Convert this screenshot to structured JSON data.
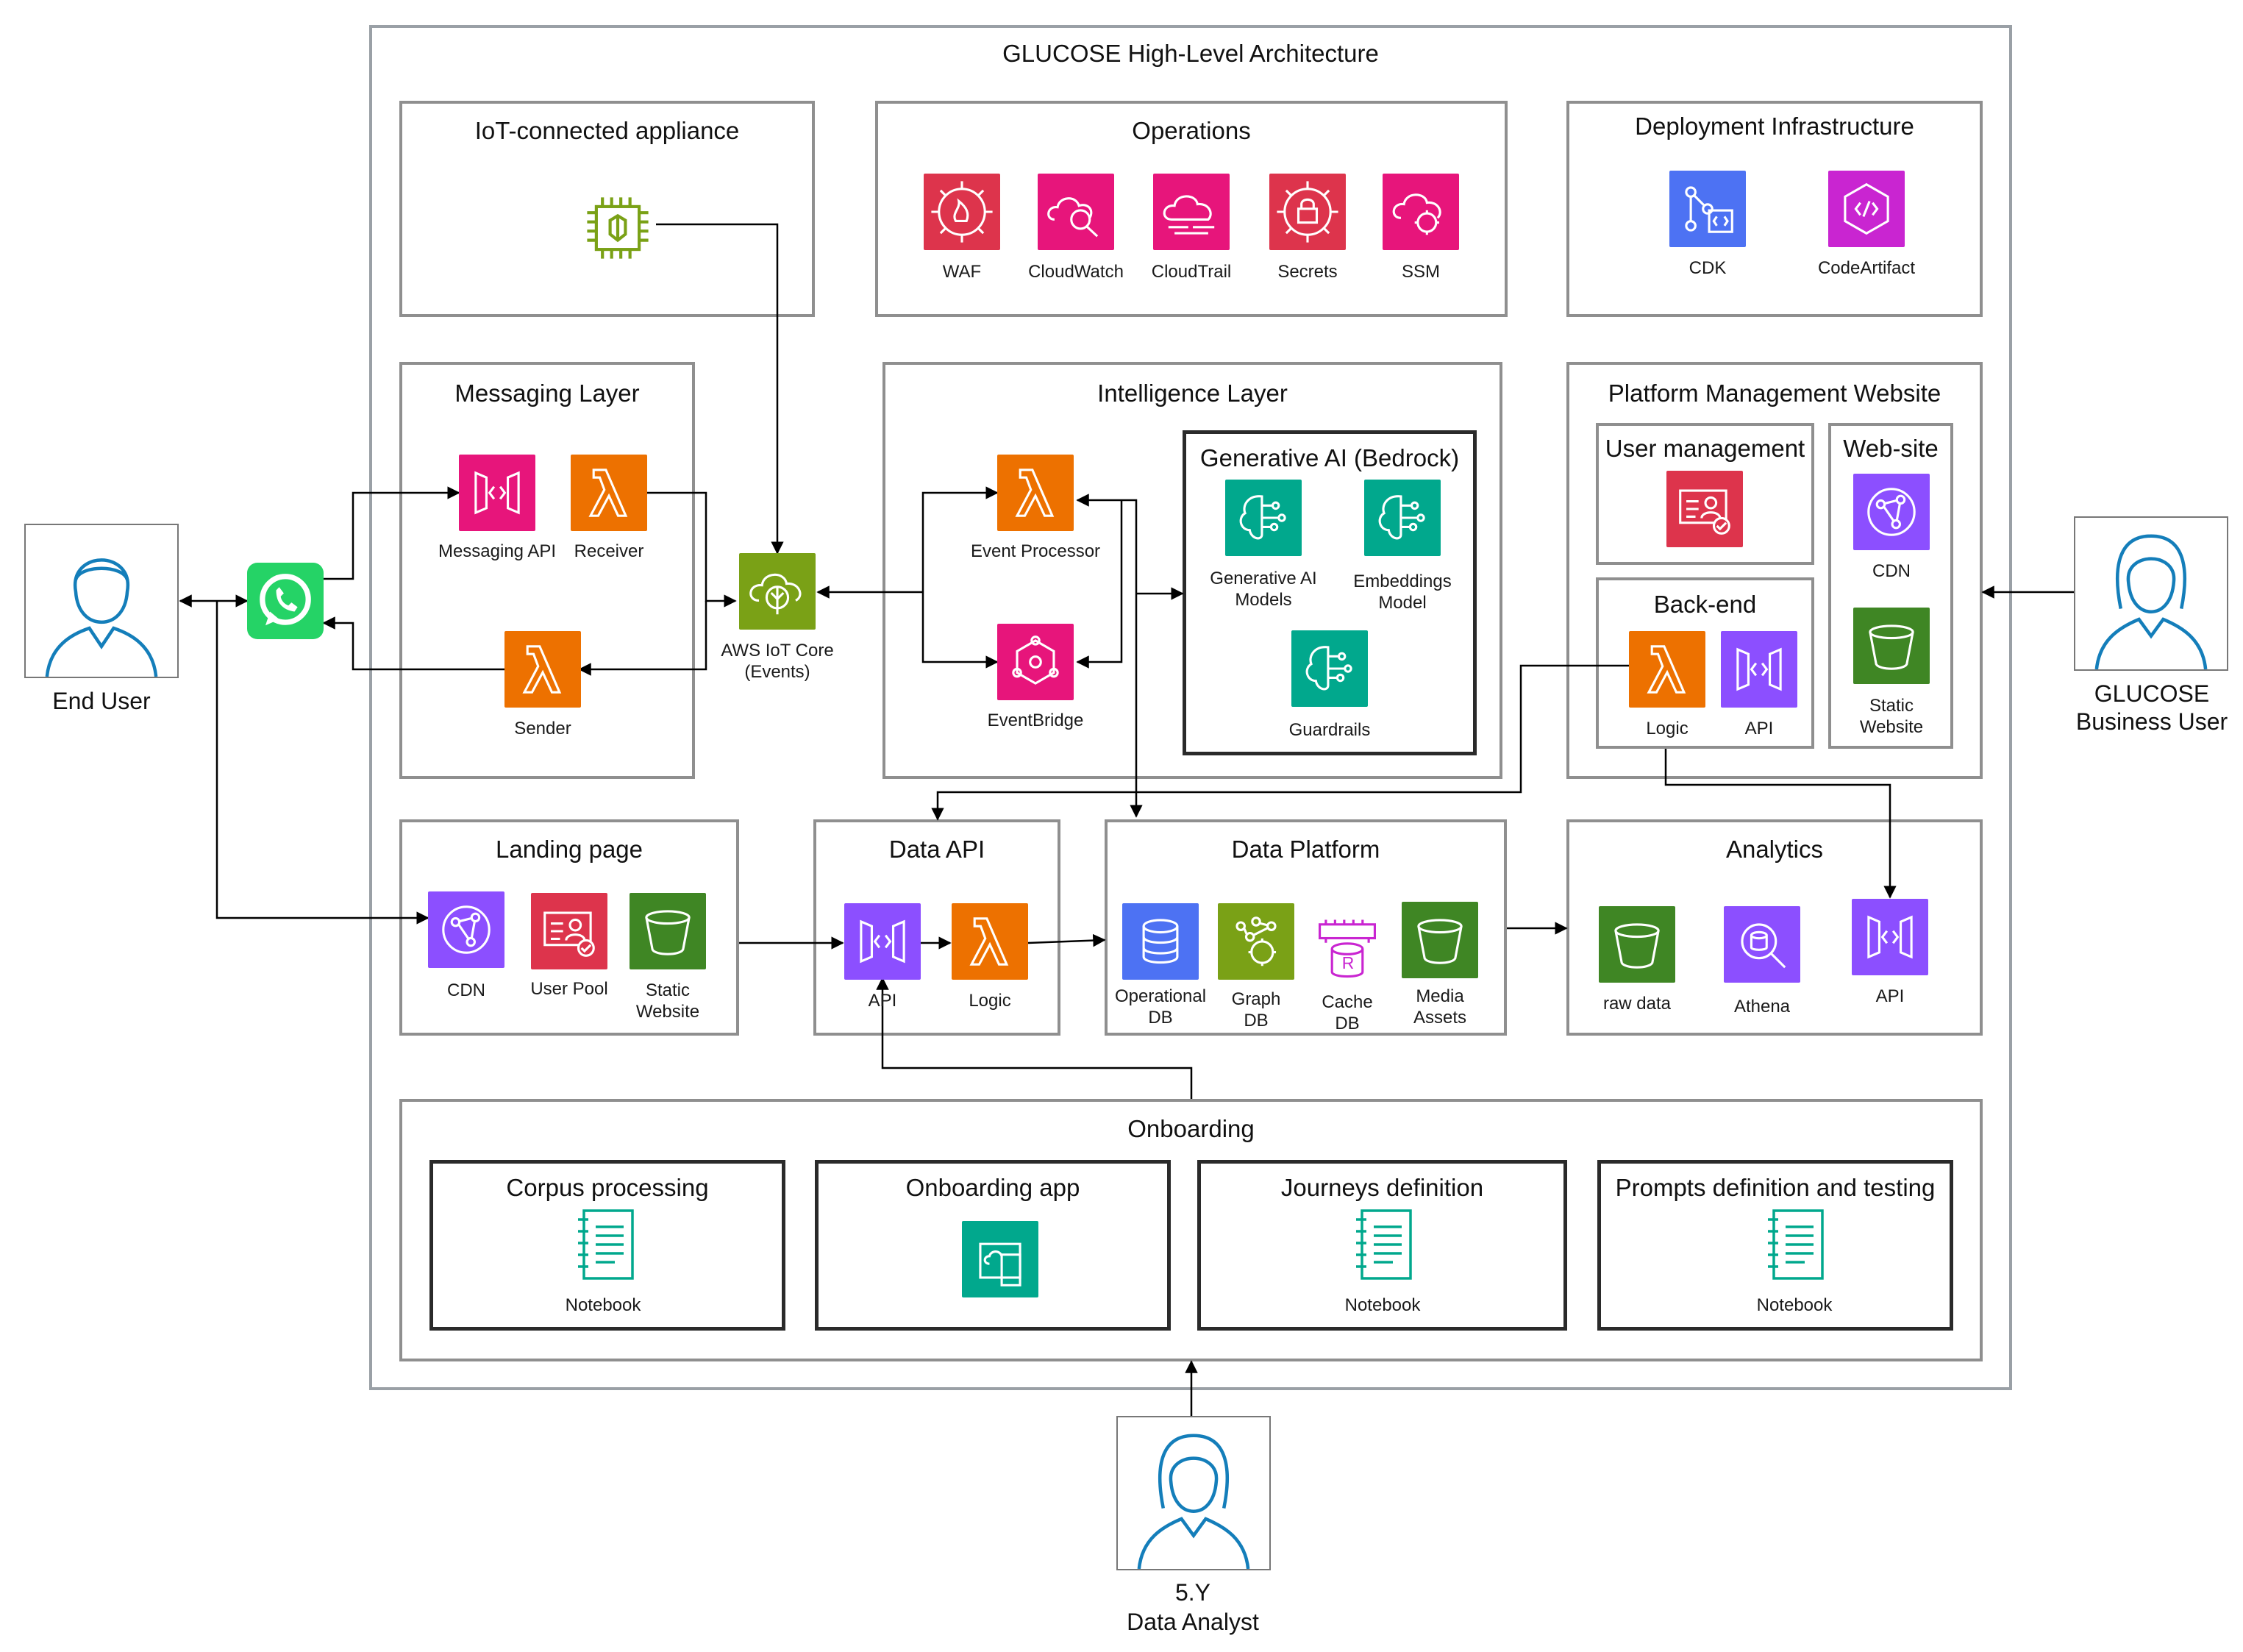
{
  "diagram": {
    "title": "GLUCOSE High-Level Architecture",
    "actors": {
      "end_user": "End User",
      "business_user": [
        "GLUCOSE",
        "Business User"
      ],
      "analyst": [
        "5.Y",
        "Data Analyst"
      ]
    },
    "groups": {
      "iot": "IoT-connected appliance",
      "operations": "Operations",
      "deployment": "Deployment Infrastructure",
      "messaging": "Messaging Layer",
      "intelligence": "Intelligence Layer",
      "genai": "Generative AI (Bedrock)",
      "platform_mgmt": "Platform Management Website",
      "user_mgmt": "User management",
      "website": "Web-site",
      "backend": "Back-end",
      "landing": "Landing page",
      "data_api": "Data API",
      "data_platform": "Data Platform",
      "analytics": "Analytics",
      "onboarding": "Onboarding",
      "corpus": "Corpus processing",
      "onboarding_app": "Onboarding app",
      "journeys": "Journeys definition",
      "prompts": "Prompts definition and testing"
    },
    "labels": {
      "waf": "WAF",
      "cloudwatch": "CloudWatch",
      "cloudtrail": "CloudTrail",
      "secrets": "Secrets",
      "ssm": "SSM",
      "cdk": "CDK",
      "codeartifact": "CodeArtifact",
      "messaging_api": "Messaging API",
      "receiver": "Receiver",
      "sender": "Sender",
      "iot_core": [
        "AWS IoT Core",
        "(Events)"
      ],
      "event_processor": "Event Processor",
      "eventbridge": "EventBridge",
      "genai_models": [
        "Generative AI",
        "Models"
      ],
      "embeddings": [
        "Embeddings",
        "Model"
      ],
      "guardrails": "Guardrails",
      "pm_cdn": "CDN",
      "pm_static": [
        "Static",
        "Website"
      ],
      "be_logic": "Logic",
      "be_api": "API",
      "lp_cdn": "CDN",
      "lp_userpool": "User Pool",
      "lp_static": [
        "Static",
        "Website"
      ],
      "da_api": "API",
      "da_logic": "Logic",
      "op_db": [
        "Operational",
        "DB"
      ],
      "graph_db": [
        "Graph",
        "DB"
      ],
      "cache_db": [
        "Cache",
        "DB"
      ],
      "media": [
        "Media",
        "Assets"
      ],
      "raw_data": "raw data",
      "athena": "Athena",
      "an_api": "API",
      "nb1": "Notebook",
      "nb2": "Notebook",
      "nb3": "Notebook"
    },
    "colors": {
      "security": "#DD344C",
      "mgmt": "#E7157B",
      "devtools": "#4D72F3",
      "compute": "#ED7100",
      "iot": "#7AA116",
      "ml": "#01A88D",
      "network": "#8C4FFF",
      "storage": "#3F8624",
      "database": "#C925D1",
      "whatsapp": "#25D366"
    },
    "icons": [
      "chip-icon",
      "firewall-icon",
      "cloudwatch-icon",
      "cloudtrail-icon",
      "secrets-icon",
      "ssm-icon",
      "cdk-icon",
      "codeartifact-icon",
      "api-gateway-icon",
      "lambda-icon",
      "iot-core-icon",
      "eventbridge-icon",
      "brain-icon",
      "user-pool-icon",
      "cdn-icon",
      "bucket-icon",
      "database-icon",
      "notebook-icon",
      "mobile-app-icon",
      "athena-icon",
      "whatsapp-icon",
      "user-icon"
    ]
  }
}
